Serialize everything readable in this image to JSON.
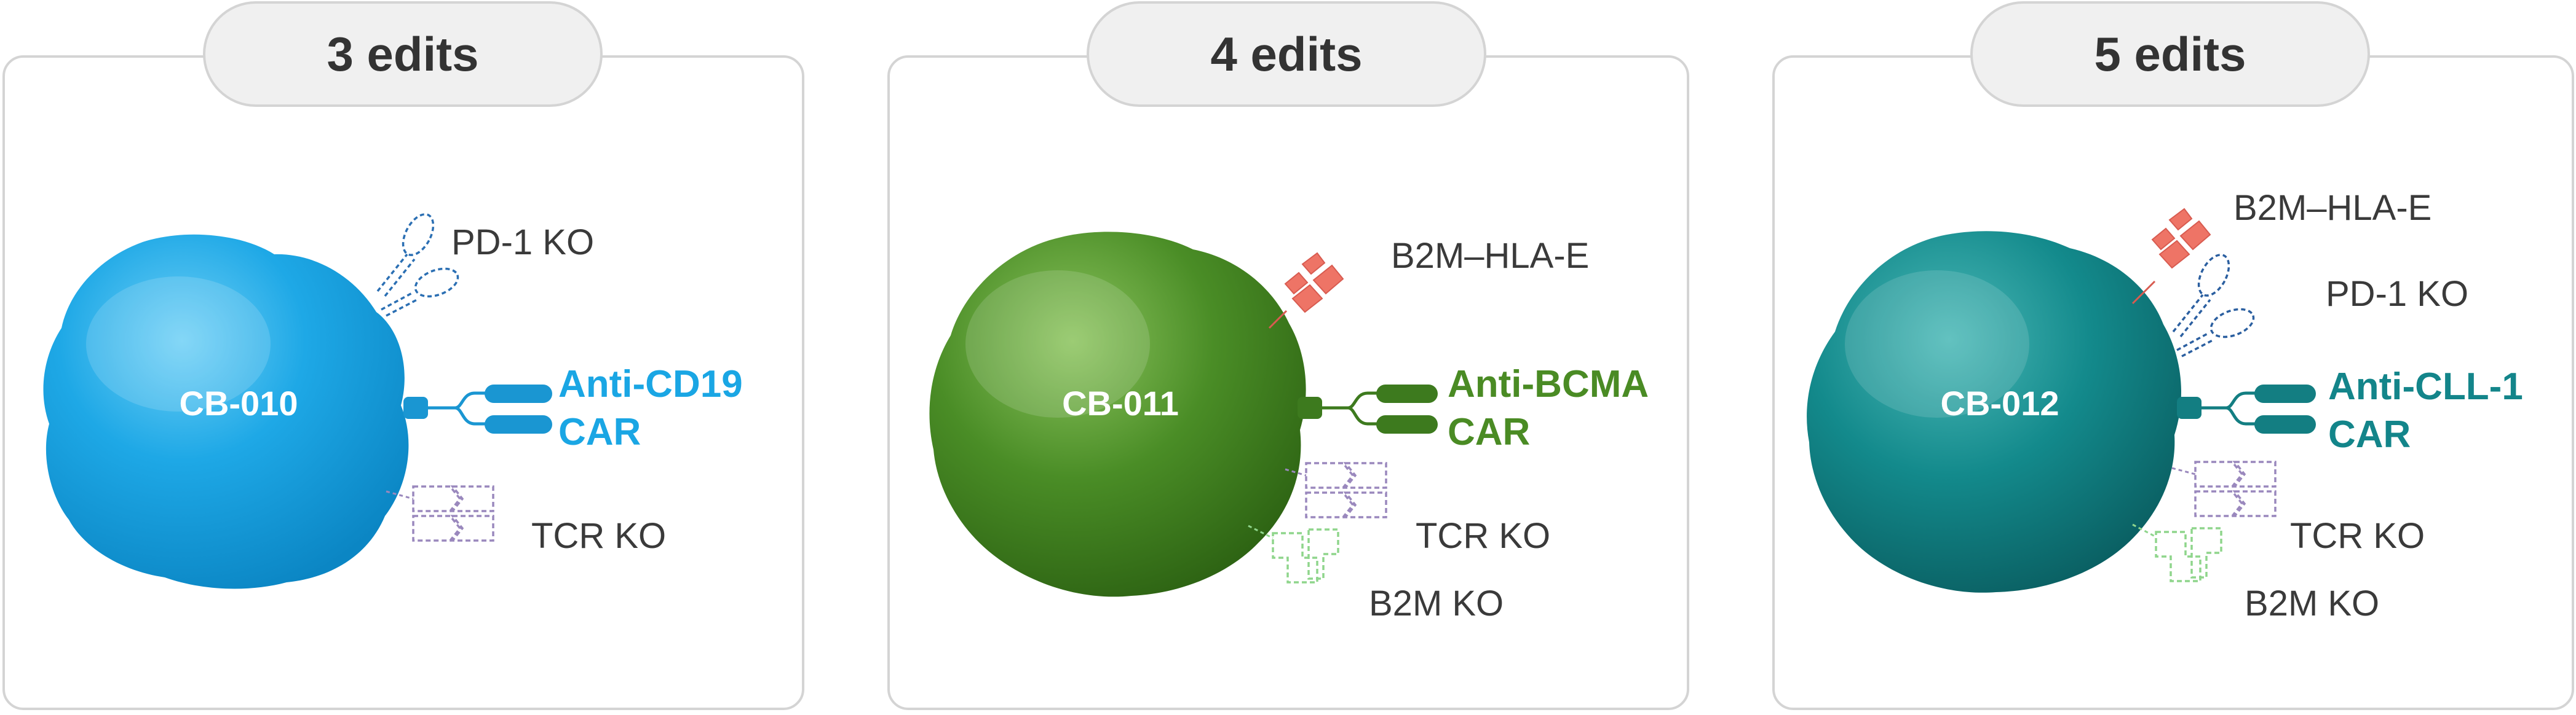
{
  "colors": {
    "cb010": "#1aa6e4",
    "cb011": "#4a8b24",
    "cb012": "#13858a",
    "hla": "#ee7466",
    "pd1_outline": "#2b5fa0",
    "tcr_outline": "#9a88bd",
    "b2m_outline": "#8fd58c",
    "label": "#3a3a3a",
    "panel_border": "#d4d4d4"
  },
  "panels": [
    {
      "edits_label": "3 edits",
      "cell_name": "CB-010",
      "car_line1": "Anti-CD19",
      "car_line2": "CAR",
      "labels": {
        "pd1": "PD-1 KO",
        "tcr": "TCR KO"
      }
    },
    {
      "edits_label": "4 edits",
      "cell_name": "CB-011",
      "car_line1": "Anti-BCMA",
      "car_line2": "CAR",
      "labels": {
        "hla": "B2M–HLA-E",
        "tcr": "TCR KO",
        "b2m": "B2M KO"
      }
    },
    {
      "edits_label": "5 edits",
      "cell_name": "CB-012",
      "car_line1": "Anti-CLL-1",
      "car_line2": "CAR",
      "labels": {
        "hla": "B2M–HLA-E",
        "pd1": "PD-1 KO",
        "tcr": "TCR KO",
        "b2m": "B2M KO"
      }
    }
  ]
}
